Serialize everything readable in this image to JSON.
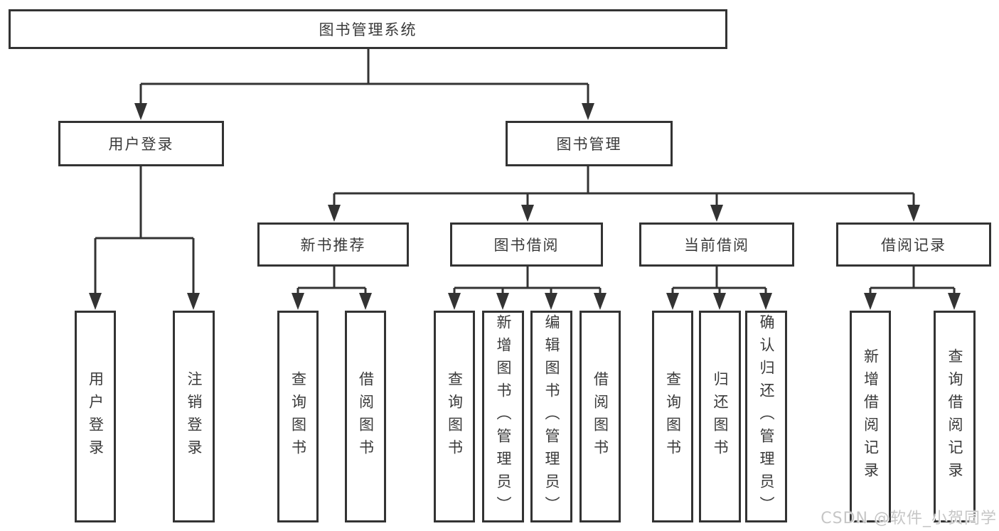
{
  "diagram": {
    "type": "hierarchy-tree",
    "watermark": "CSDN @软件_小贺同学",
    "colors": {
      "line": "#333333",
      "border": "#333333",
      "text": "#3a3a3a",
      "background": "#ffffff",
      "watermark": "#c6c6c6"
    },
    "root": {
      "label": "图书管理系统",
      "children": [
        {
          "label": "用户登录",
          "children": [
            {
              "label": "用户登录"
            },
            {
              "label": "注销登录"
            }
          ]
        },
        {
          "label": "图书管理",
          "children": [
            {
              "label": "新书推荐",
              "children": [
                {
                  "label": "查询图书"
                },
                {
                  "label": "借阅图书"
                }
              ]
            },
            {
              "label": "图书借阅",
              "children": [
                {
                  "label": "查询图书"
                },
                {
                  "label": "新增图书（管理员）"
                },
                {
                  "label": "编辑图书（管理员）"
                },
                {
                  "label": "借阅图书"
                }
              ]
            },
            {
              "label": "当前借阅",
              "children": [
                {
                  "label": "查询图书"
                },
                {
                  "label": "归还图书"
                },
                {
                  "label": "确认归还（管理员）"
                }
              ]
            },
            {
              "label": "借阅记录",
              "children": [
                {
                  "label": "新增借阅记录"
                },
                {
                  "label": "查询借阅记录"
                }
              ]
            }
          ]
        }
      ]
    }
  }
}
